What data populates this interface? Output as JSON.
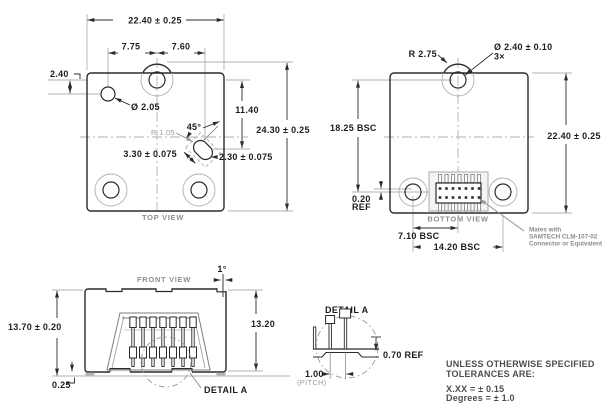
{
  "drawing": {
    "top_view": {
      "label": "TOP VIEW",
      "overall_width": "22.40 ± 0.25",
      "offset_left": "7.75",
      "offset_right": "7.60",
      "hole_edge_offset": "2.40",
      "hole_diameter": "Ø 2.05",
      "slot_vertical_offset": "11.40",
      "overall_height": "24.30 ± 0.25",
      "slot_angle": "45°",
      "slot_radius": "R 1.05",
      "slot_length": "3.30 ± 0.075",
      "slot_width": "2.30 ± 0.075"
    },
    "bottom_view": {
      "label": "BOTTOM VIEW",
      "boss_radius": "R 2.75",
      "mount_hole_diameter": "Ø 2.40 ± 0.10",
      "mount_hole_qty": "3×",
      "hole_span_vertical": "18.25 BSC",
      "overall_width": "22.40 ± 0.25",
      "ref_offset_value": "0.20",
      "ref_offset_unit": "REF",
      "connector_offset": "7.10 BSC",
      "hole_span_horizontal": "14.20 BSC",
      "connector_note_line1": "Mates with",
      "connector_note_line2": "SAMTECH CLM-107-02",
      "connector_note_line3": "Connector or Equivalent"
    },
    "front_view": {
      "label": "FRONT VIEW",
      "overall_height": "13.70 ± 0.20",
      "body_height": "13.20",
      "standoff_height": "0.25",
      "draft_angle": "1°",
      "detail_callout": "DETAIL A"
    },
    "detail_a": {
      "label": "DETAIL A",
      "pitch_value": "1.00",
      "pitch_caption": "(PITCH)",
      "lead_ref": "0.70 REF"
    },
    "tolerance_note": {
      "line1": "UNLESS OTHERWISE SPECIFIED",
      "line2": "TOLERANCES ARE:",
      "line3": "X.XX = ± 0.15",
      "line4": "Degrees = ± 1.0"
    },
    "colors": {
      "outline": "#2b2b2b",
      "construction": "#b0b0b0",
      "dim_text": "#1c1c1c",
      "gray_text": "#8f8f8f",
      "note_text": "#4d4d4d",
      "background": "#ffffff"
    }
  }
}
